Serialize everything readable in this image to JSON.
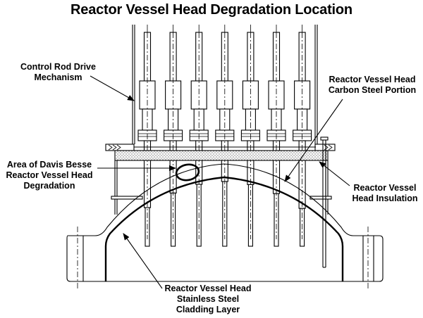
{
  "title": "Reactor Vessel Head Degradation Location",
  "labels": {
    "crdm": "Control Rod Drive\nMechanism",
    "carbon_steel": "Reactor Vessel Head\nCarbon Steel Portion",
    "degradation": "Area of Davis Besse\nReactor Vessel Head\nDegradation",
    "insulation": "Reactor Vessel\nHead Insulation",
    "cladding": "Reactor Vessel Head\nStainless Steel\nCladding Layer"
  },
  "components": {
    "crdm_count": 7
  }
}
